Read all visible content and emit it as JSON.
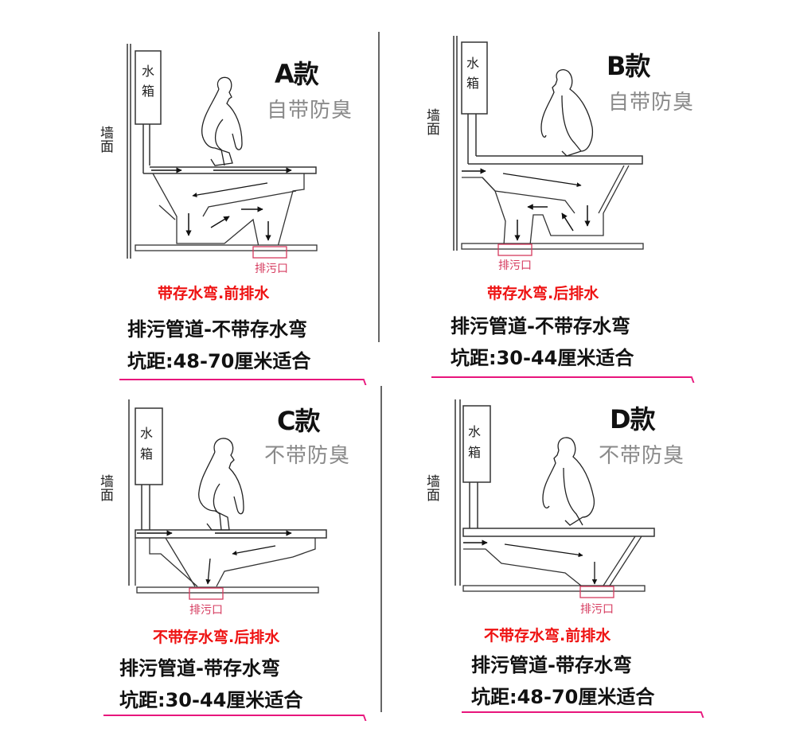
{
  "labels": {
    "wall": "墙面",
    "tank": "水箱",
    "outlet": "排污口"
  },
  "panels": [
    {
      "id": "A",
      "model": "A款",
      "odor": "自带防臭",
      "drain_type": "带存水弯.前排水",
      "pipe": "排污管道-不带存水弯",
      "pit_distance": "坑距:48-70厘米适合"
    },
    {
      "id": "B",
      "model": "B款",
      "odor": "自带防臭",
      "drain_type": "带存水弯.后排水",
      "pipe": "排污管道-不带存水弯",
      "pit_distance": "坑距:30-44厘米适合"
    },
    {
      "id": "C",
      "model": "C款",
      "odor": "不带防臭",
      "drain_type": "不带存水弯.后排水",
      "pipe": "排污管道-带存水弯",
      "pit_distance": "坑距:30-44厘米适合"
    },
    {
      "id": "D",
      "model": "D款",
      "odor": "不带防臭",
      "drain_type": "不带存水弯.前排水",
      "pipe": "排污管道-带存水弯",
      "pit_distance": "坑距:48-70厘米适合"
    }
  ],
  "colors": {
    "red_title": "#ee1111",
    "odor_gray": "#8a8a8a",
    "outlet_pink": "#d63a5e",
    "underline_magenta": "#e8157c"
  }
}
